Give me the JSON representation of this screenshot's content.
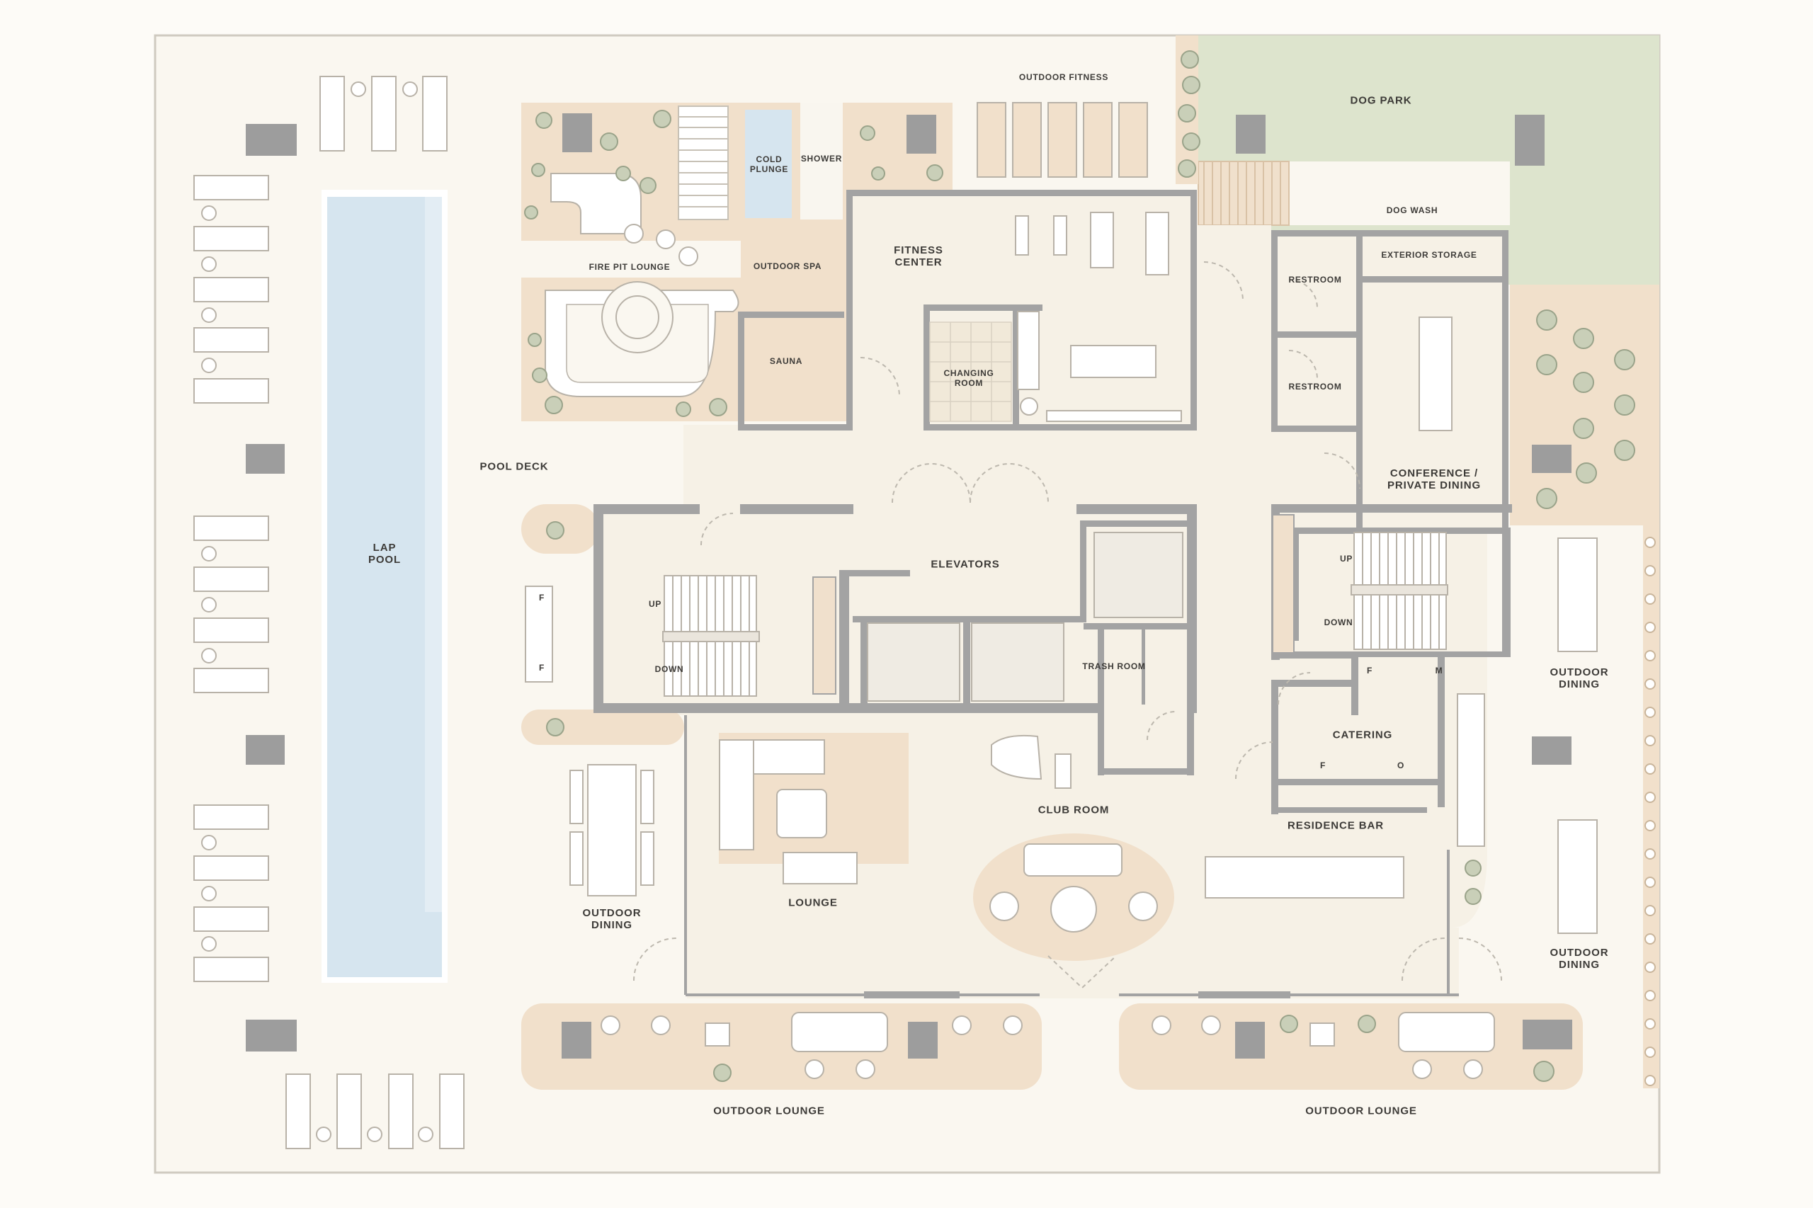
{
  "colors": {
    "page": "#fdfbf7",
    "floor": "#f6f1e6",
    "wall": "#a3a3a3",
    "wall_dark": "#8f8f8f",
    "pool": "#d6e5ef",
    "patio": "#f1e0cb",
    "dog_park": "#dde4cd",
    "line": "#bdb8ae",
    "text": "#3d3b38"
  },
  "labels": {
    "outdoor_fitness": "OUTDOOR FITNESS",
    "dog_park": "DOG PARK",
    "cold_plunge": "COLD\nPLUNGE",
    "shower": "SHOWER",
    "fire_pit_lounge": "FIRE PIT LOUNGE",
    "outdoor_spa": "OUTDOOR SPA",
    "fitness_center": "FITNESS\nCENTER",
    "dog_wash": "DOG WASH",
    "exterior_storage": "EXTERIOR STORAGE",
    "restroom_1": "RESTROOM",
    "restroom_2": "RESTROOM",
    "sauna": "SAUNA",
    "changing_room": "CHANGING\nROOM",
    "pool_deck": "POOL DECK",
    "conference": "CONFERENCE /\nPRIVATE DINING",
    "lap_pool": "LAP\nPOOL",
    "elevators": "ELEVATORS",
    "up_left": "UP",
    "down_left": "DOWN",
    "up_right": "UP",
    "down_right": "DOWN",
    "trash_room": "TRASH ROOM",
    "outdoor_dining_right_1": "OUTDOOR\nDINING",
    "catering": "CATERING",
    "club_room": "CLUB ROOM",
    "residence_bar": "RESIDENCE BAR",
    "lounge": "LOUNGE",
    "outdoor_dining_left": "OUTDOOR\nDINING",
    "outdoor_dining_right_2": "OUTDOOR\nDINING",
    "outdoor_lounge_left": "OUTDOOR LOUNGE",
    "outdoor_lounge_right": "OUTDOOR LOUNGE",
    "fridge_1": "F",
    "fridge_2": "F",
    "fridge_3": "F",
    "fridge_4": "F",
    "oven": "O",
    "microwave": "M"
  }
}
